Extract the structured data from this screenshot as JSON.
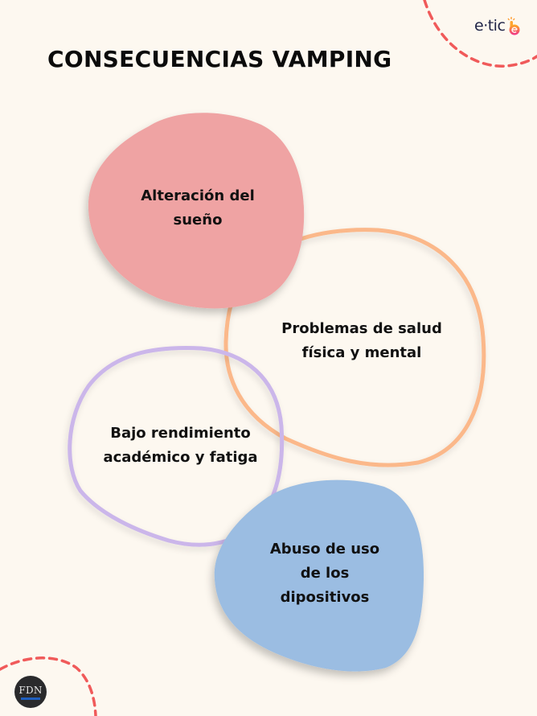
{
  "title": "CONSECUENCIAS VAMPING",
  "logo": {
    "text": "e·tic",
    "icon": "hand-pointer-e-icon"
  },
  "footer_badge": {
    "text": "FDN"
  },
  "colors": {
    "background": "#fdf8f0",
    "pink": "#efa3a3",
    "orange": "#fbb88a",
    "purple": "#cbb6ea",
    "blue": "#9bbde2",
    "dash": "#f05a5a"
  },
  "consequences": [
    {
      "id": "pink",
      "style": "filled",
      "lines": [
        "Alteración del",
        "sueño"
      ]
    },
    {
      "id": "orange",
      "style": "outline",
      "lines": [
        "Problemas de salud",
        "física y mental"
      ]
    },
    {
      "id": "purple",
      "style": "outline",
      "lines": [
        "Bajo rendimiento",
        "académico y fatiga"
      ]
    },
    {
      "id": "blue",
      "style": "filled",
      "lines": [
        "Abuso de uso",
        "de los",
        "dipositivos"
      ]
    }
  ]
}
